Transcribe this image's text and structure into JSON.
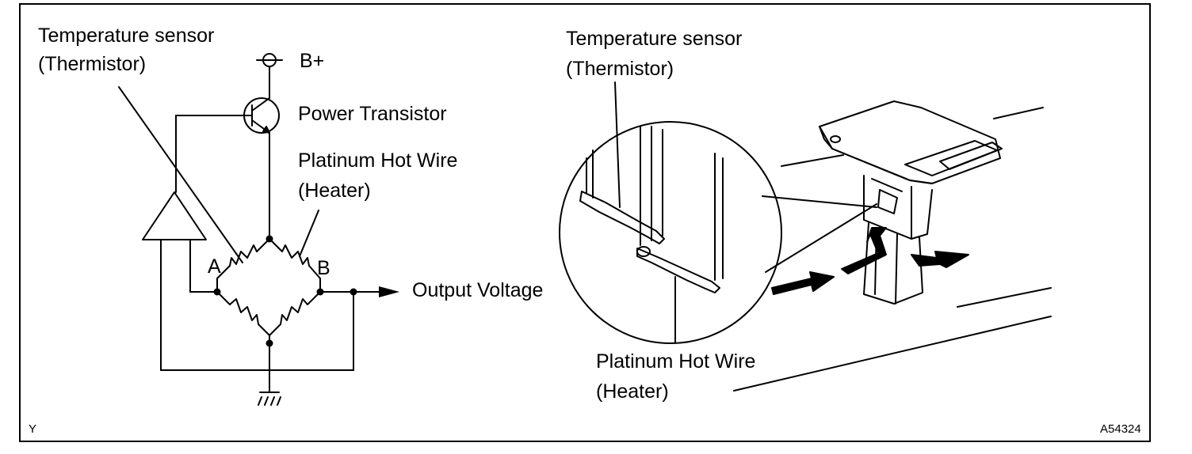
{
  "labels": {
    "left_temp_sensor_1": "Temperature sensor",
    "left_temp_sensor_2": "(Thermistor)",
    "b_plus": "B+",
    "power_transistor": "Power Transistor",
    "hot_wire_1": "Platinum Hot Wire",
    "hot_wire_2": "(Heater)",
    "node_a": "A",
    "node_b": "B",
    "output_voltage": "Output Voltage",
    "right_temp_sensor_1": "Temperature sensor",
    "right_temp_sensor_2": "(Thermistor)",
    "right_hot_wire_1": "Platinum Hot Wire",
    "right_hot_wire_2": "(Heater)",
    "corner_mark": "Y",
    "figure_code": "A54324"
  }
}
